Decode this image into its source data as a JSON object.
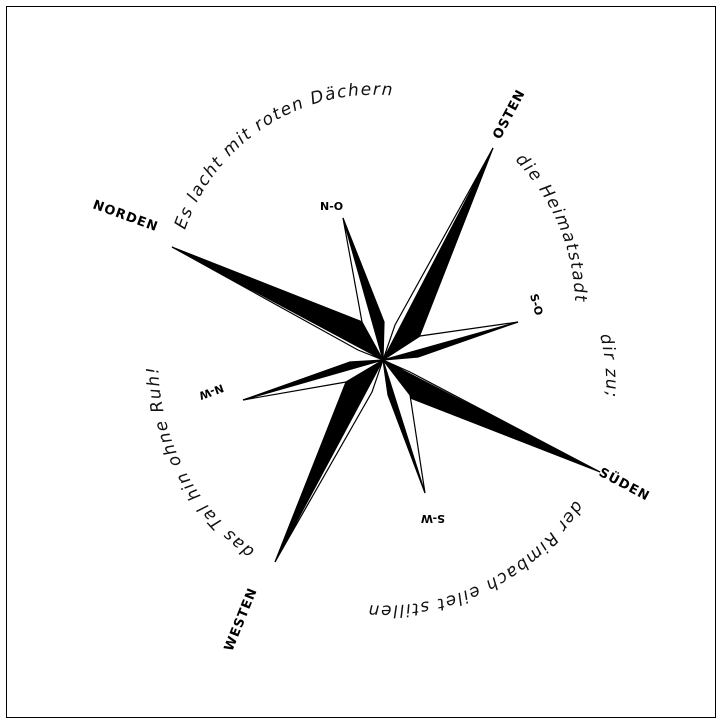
{
  "title": "",
  "compass": {
    "main_points": {
      "north": "NORDEN",
      "east": "OSTEN",
      "south": "SÜDEN",
      "west": "WESTEN"
    },
    "intermediate_points": {
      "ne": "N-O",
      "se": "S-O",
      "sw": "S-W",
      "nw": "N-W"
    }
  },
  "poem": {
    "segment_1": "Es lacht mit roten Dächern",
    "segment_2": "die Heimatstadt",
    "segment_3": "dir zu;",
    "segment_4": "der Rimbach eilet stillen",
    "segment_5": "das Tal hin ohne Ruh!"
  },
  "colors": {
    "ink": "#000000",
    "paper": "#ffffff"
  },
  "icon": "compass-rose-icon"
}
